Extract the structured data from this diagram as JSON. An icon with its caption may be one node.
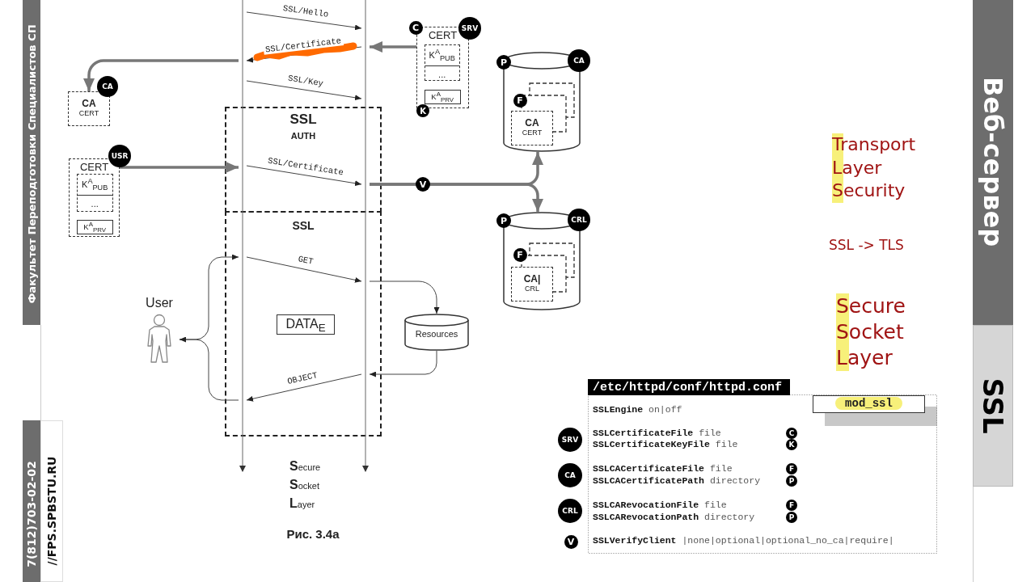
{
  "diagram": {
    "caption": "Рис. 3.4а",
    "nodes": [
      {
        "text": [],
        "shape": "line"
      },
      {
        "text": [],
        "shape": "line"
      },
      {
        "text": [
          "DATA$_{E}$"
        ]
      },
      {
        "text": [
          "User"
        ]
      },
      {
        "text": [
          "Resources"
        ]
      },
      {
        "text": [
          "CA",
          "CERT"
        ]
      },
      {
        "text": [
          "CERT"
        ]
      },
      {
        "text": [
          "K$^{A}$$_{PUB}$",
          "..."
        ],
        "in": 6
      },
      {
        "text": [
          "K$^{A}$$_{PRV}$"
        ],
        "in": 6
      },
      {
        "text": [
          "CERT"
        ]
      },
      {
        "text": [
          "K$^{A}$$_{PUB}$",
          "..."
        ],
        "in": 9
      },
      {
        "text": [
          "K$^{A}$$_{PRV}$"
        ],
        "in": 9
      },
      {
        "text": [],
        "shape": "cylinder"
      },
      {
        "text": [
          "CA",
          "CERT"
        ],
        "in": 12
      },
      {
        "text": [],
        "shape": "cylinder"
      },
      {
        "text": [
          "CA|",
          "CRL"
        ],
        "in": 14
      },
      {
        "text": [
          "/etc/httpd/conf/httpd.conf",
          "**SSLEngine** on|off",
          "**SSLCertificateFile** file",
          "**SSLCertificateKeyFile** file",
          "**SSLCACertificateFile** file",
          "**SSLCACertificatePath** directory",
          "**SSLCARevocationFile** file",
          "**SSLCARevocationPath** directory",
          "**SSLVerifyClient** |none|optional|optional_no_ca|require|"
        ]
      },
      {
        "text": [
          "mod_ssl"
        ],
        "in": 16
      }
    ],
    "edges": [
      {
        "from": 0,
        "to": 1,
        "arrow": "to",
        "label": "SSL/Hello"
      },
      {
        "from": 1,
        "to": 0,
        "arrow": "to",
        "label": "SSL/Certificate"
      },
      {
        "from": 0,
        "to": 1,
        "arrow": "to",
        "label": "SSL/Key"
      },
      {
        "from": 0,
        "to": 1,
        "arrow": "to",
        "label": "SSL/Certificate"
      },
      {
        "from": 0,
        "to": 1,
        "arrow": "to",
        "label": "GET"
      },
      {
        "from": 1,
        "to": 0,
        "arrow": "to",
        "label": "OBJECT"
      },
      {
        "from": 9,
        "to": 1,
        "arrow": "to",
        "style": "thick"
      },
      {
        "from": 0,
        "to": 5,
        "arrow": "to",
        "style": "thick"
      },
      {
        "from": 6,
        "to": 0,
        "arrow": "to",
        "style": "thick"
      },
      {
        "from": 1,
        "to": 12,
        "arrow": "to",
        "style": "thick"
      },
      {
        "from": 1,
        "to": 14,
        "arrow": "to",
        "style": "thick"
      },
      {
        "from": 1,
        "to": 4,
        "arrow": "to"
      },
      {
        "from": 4,
        "to": 1,
        "arrow": "to"
      },
      {
        "from": 3,
        "to": 0,
        "arrow": "to"
      },
      {
        "from": 0,
        "to": 3,
        "arrow": "to"
      }
    ],
    "labels": [
      "CA",
      "USR",
      "C",
      "SRV",
      "K",
      "P",
      "CA",
      "F",
      "V",
      "P",
      "CRL",
      "F",
      "**S**ecure **S**ocket **L**ayer",
      "Transport Layer Security",
      "SSL -> TLS",
      "Secure Socket Layer",
      "SRV",
      "C",
      "K",
      "CA",
      "F",
      "P",
      "CRL",
      "F",
      "P",
      "V",
      "Веб-сервер",
      "SSL",
      "Факультет Переподготовки Специалистов СП",
      "7(812)703-02-02",
      "//FPS.SPBSTU.RU",
      "SSL",
      "AUTH",
      "SSL"
    ]
  }
}
